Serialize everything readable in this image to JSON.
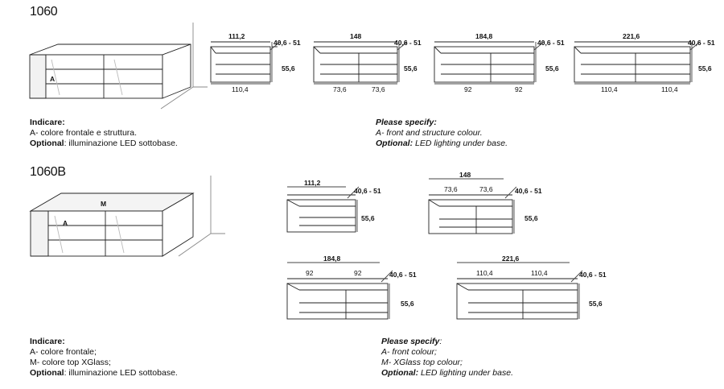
{
  "sections": [
    {
      "model": "1060",
      "notes_it": {
        "title": "Indicare:",
        "line1": "A- colore frontale e struttura.",
        "optional_label": "Optional",
        "optional_text": ": illuminazione LED sottobase."
      },
      "notes_en": {
        "title": "Please specify:",
        "line1": "A- front and structure colour.",
        "optional_label": "Optional:",
        "optional_text": " LED lighting under base."
      },
      "letters": {
        "a": "A"
      },
      "variants": [
        {
          "width": "111,2",
          "depth": "40,6 - 51",
          "height": "55,6",
          "bottom": [
            "110,4"
          ]
        },
        {
          "width": "148",
          "depth": "40,6 - 51",
          "height": "55,6",
          "bottom": [
            "73,6",
            "73,6"
          ]
        },
        {
          "width": "184,8",
          "depth": "40,6 - 51",
          "height": "55,6",
          "bottom": [
            "92",
            "92"
          ]
        },
        {
          "width": "221,6",
          "depth": "40,6 - 51",
          "height": "55,6",
          "bottom": [
            "110,4",
            "110,4"
          ]
        }
      ]
    },
    {
      "model": "1060B",
      "notes_it": {
        "title": "Indicare:",
        "line1": "A- colore frontale;",
        "line2": "M- colore top XGlass;",
        "optional_label": "Optional",
        "optional_text": ": illuminazione LED sottobase."
      },
      "notes_en": {
        "title": "Please specify",
        "title_suffix": ":",
        "line1": "A- front colour;",
        "line2": "M- XGlass top colour;",
        "optional_label": "Optional:",
        "optional_text": " LED lighting under base."
      },
      "letters": {
        "a": "A",
        "m": "M"
      },
      "variants": [
        {
          "width": "111,2",
          "depth": "40,6 - 51",
          "height": "55,6",
          "top": []
        },
        {
          "width": "148",
          "depth": "40,6 - 51",
          "height": "55,6",
          "top": [
            "73,6",
            "73,6"
          ]
        },
        {
          "width": "184,8",
          "depth": "40,6 - 51",
          "height": "55,6",
          "top": [
            "92",
            "92"
          ]
        },
        {
          "width": "221,6",
          "depth": "40,6 - 51",
          "height": "55,6",
          "top": [
            "110,4",
            "110,4"
          ]
        }
      ]
    }
  ]
}
